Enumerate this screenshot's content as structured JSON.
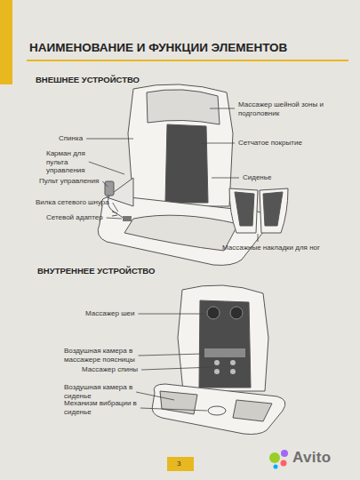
{
  "diagram": {
    "title": "НАИМЕНОВАНИЕ И ФУНКЦИИ ЭЛЕМЕНТОВ",
    "labels": [
      "ВНЕШНЕЕ УСТРОЙСТВО",
      "Массажер шейной зоны и подголовник",
      "Спинка",
      "Карман для пульта управления",
      "Сетчатое покрытие",
      "Пульт управления",
      "Сиденье",
      "Вилка сетевого шнура",
      "Сетевой адаптер",
      "Массажные накладки для ног",
      "ВНУТРЕННЕЕ УСТРОЙСТВО",
      "Массажер шеи",
      "Воздушная камера в массажере поясницы",
      "Массажер спины",
      "Воздушная камера в сиденье",
      "Механизм вибрации в сиденье",
      "3",
      "Avito"
    ]
  }
}
